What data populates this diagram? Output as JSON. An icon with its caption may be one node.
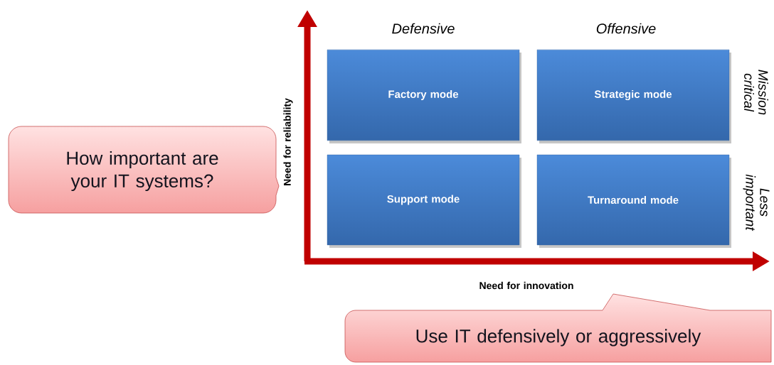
{
  "diagram": {
    "nodes": [
      {
        "text": [
          "Factory mode"
        ]
      },
      {
        "text": [
          "Strategic mode"
        ]
      },
      {
        "text": [
          "Support mode"
        ]
      },
      {
        "text": [
          "Turnaround mode"
        ]
      },
      {
        "text": [
          "How important are your IT systems?"
        ]
      },
      {
        "text": [
          "Use IT defensively or aggressively"
        ]
      }
    ],
    "labels": [
      "Defensive",
      "Offensive",
      "Mission critical",
      "Need for reliability",
      "Less important",
      "Need for innovation"
    ]
  }
}
